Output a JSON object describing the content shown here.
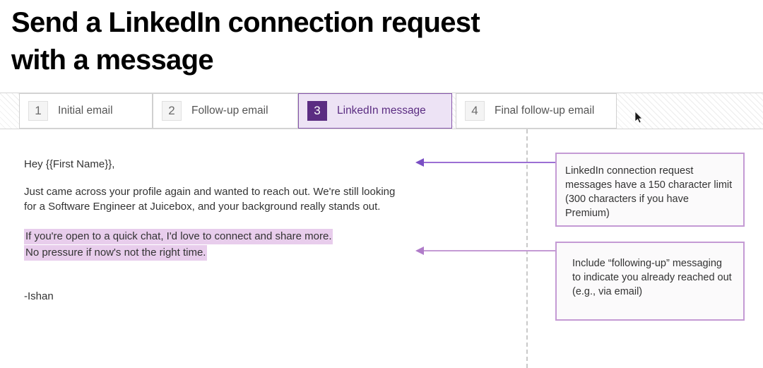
{
  "page": {
    "title": "Send a LinkedIn connection request\nwith a message",
    "background_color": "#ffffff"
  },
  "colors": {
    "accent_purple": "#5b2d82",
    "active_tab_bg": "#ede3f5",
    "active_tab_border": "#8655ab",
    "highlight": "#e8cdec",
    "callout_border": "#c49ad4",
    "callout_bg": "#fbfafb",
    "arrow_primary": "#9b6fd4",
    "arrow_secondary": "#c49ad4",
    "dashed_line": "#c9c9c9"
  },
  "tabs": {
    "active_index": 2,
    "items": [
      {
        "number": "1",
        "label": "Initial email",
        "active": false
      },
      {
        "number": "2",
        "label": "Follow-up email",
        "active": false
      },
      {
        "number": "3",
        "label": "LinkedIn message",
        "active": true
      },
      {
        "number": "4",
        "label": "Final follow-up email",
        "active": false
      }
    ]
  },
  "message": {
    "greeting": "Hey {{First Name}},",
    "paragraph_1": "Just came across your profile again and wanted to reach out. We're still looking for a Software Engineer at Juicebox, and your background really stands out.",
    "highlighted_line_1": "If you're open to a quick chat, I'd love to connect and share more.",
    "highlighted_line_2": "No pressure if now's not the right time.",
    "signature": "-Ishan"
  },
  "callouts": [
    {
      "id": "character-limit-note",
      "text": "LinkedIn connection request messages have a 150 character limit (300 characters if you have Premium)"
    },
    {
      "id": "following-up-note",
      "text": "Include “following-up” messaging to indicate you already reached out\n(e.g., via email)"
    }
  ],
  "icons": {
    "cursor": "mouse-pointer-icon",
    "arrow_left": "arrow-left-icon"
  }
}
